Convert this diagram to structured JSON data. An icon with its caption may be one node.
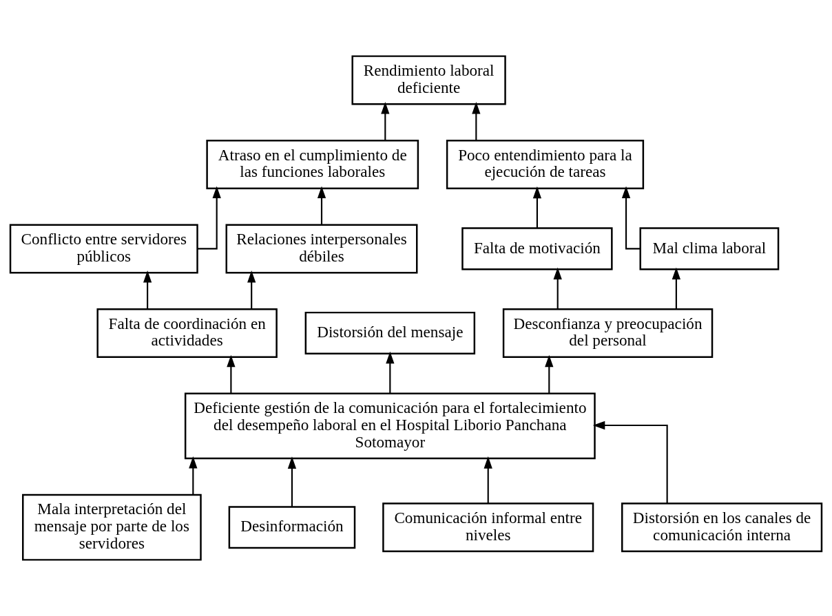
{
  "diagram": {
    "nodes": [
      {
        "text": [
          "Rendimiento laboral deficiente"
        ]
      },
      {
        "text": [
          "Atraso en el cumplimiento de las funciones laborales"
        ]
      },
      {
        "text": [
          "Poco entendimiento para la ejecución de tareas"
        ]
      },
      {
        "text": [
          "Conflicto entre servidores públicos"
        ]
      },
      {
        "text": [
          "Relaciones interpersonales débiles"
        ]
      },
      {
        "text": [
          "Falta de motivación"
        ]
      },
      {
        "text": [
          "Mal clima laboral"
        ]
      },
      {
        "text": [
          "Falta de coordinación en actividades"
        ]
      },
      {
        "text": [
          "Distorsión del mensaje"
        ]
      },
      {
        "text": [
          "Desconfianza y preocupación del personal"
        ]
      },
      {
        "text": [
          "Deficiente gestión de la comunicación para el fortalecimiento del desempeño laboral en el Hospital Liborio Panchana Sotomayor"
        ]
      },
      {
        "text": [
          "Mala interpretación del mensaje por parte de los servidores"
        ]
      },
      {
        "text": [
          "Desinformación"
        ]
      },
      {
        "text": [
          "Comunicación informal entre niveles"
        ]
      },
      {
        "text": [
          "Distorsión en los canales de comunicación interna"
        ]
      }
    ],
    "edges": [
      {
        "from": 1,
        "to": 0,
        "arrow": "to"
      },
      {
        "from": 2,
        "to": 0,
        "arrow": "to"
      },
      {
        "from": 3,
        "to": 1,
        "arrow": "to"
      },
      {
        "from": 4,
        "to": 1,
        "arrow": "to"
      },
      {
        "from": 5,
        "to": 2,
        "arrow": "to"
      },
      {
        "from": 6,
        "to": 2,
        "arrow": "to"
      },
      {
        "from": 7,
        "to": 3,
        "arrow": "to"
      },
      {
        "from": 7,
        "to": 4,
        "arrow": "to"
      },
      {
        "from": 9,
        "to": 5,
        "arrow": "to"
      },
      {
        "from": 9,
        "to": 6,
        "arrow": "to"
      },
      {
        "from": 10,
        "to": 7,
        "arrow": "to"
      },
      {
        "from": 10,
        "to": 8,
        "arrow": "to"
      },
      {
        "from": 10,
        "to": 9,
        "arrow": "to"
      },
      {
        "from": 11,
        "to": 10,
        "arrow": "to"
      },
      {
        "from": 12,
        "to": 10,
        "arrow": "to"
      },
      {
        "from": 13,
        "to": 10,
        "arrow": "to"
      },
      {
        "from": 14,
        "to": 10,
        "arrow": "to"
      }
    ]
  }
}
